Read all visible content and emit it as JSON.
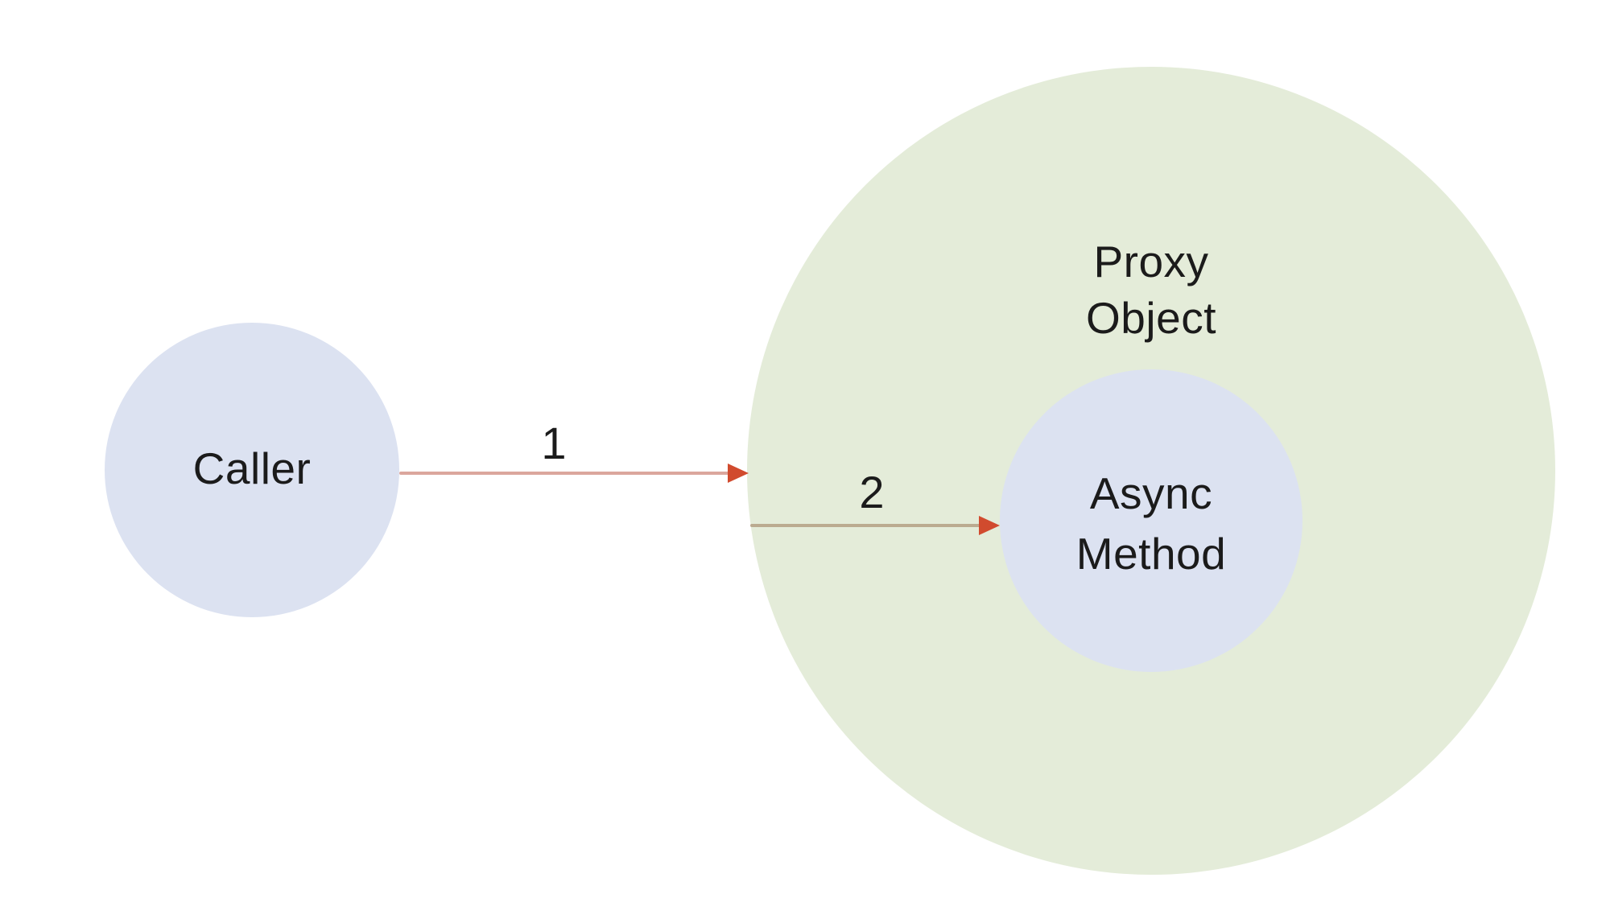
{
  "colors": {
    "background": "#ffffff",
    "node-lavender": "#dce2f1",
    "proxy-green": "#e4ecd9",
    "text": "#1b1b1b",
    "arrow1-line": "#dba69d",
    "arrow2-line": "#bbab90",
    "arrow-head": "#d14b2e"
  },
  "diagram": {
    "nodes": {
      "caller": {
        "label": "Caller"
      },
      "proxy": {
        "lines": [
          "Proxy",
          "Object"
        ]
      },
      "async_method": {
        "lines": [
          "Async",
          "Method"
        ]
      }
    },
    "arrows": [
      {
        "label": "1",
        "from": "caller",
        "to": "proxy"
      },
      {
        "label": "2",
        "from": "proxy",
        "to": "async_method"
      }
    ]
  }
}
